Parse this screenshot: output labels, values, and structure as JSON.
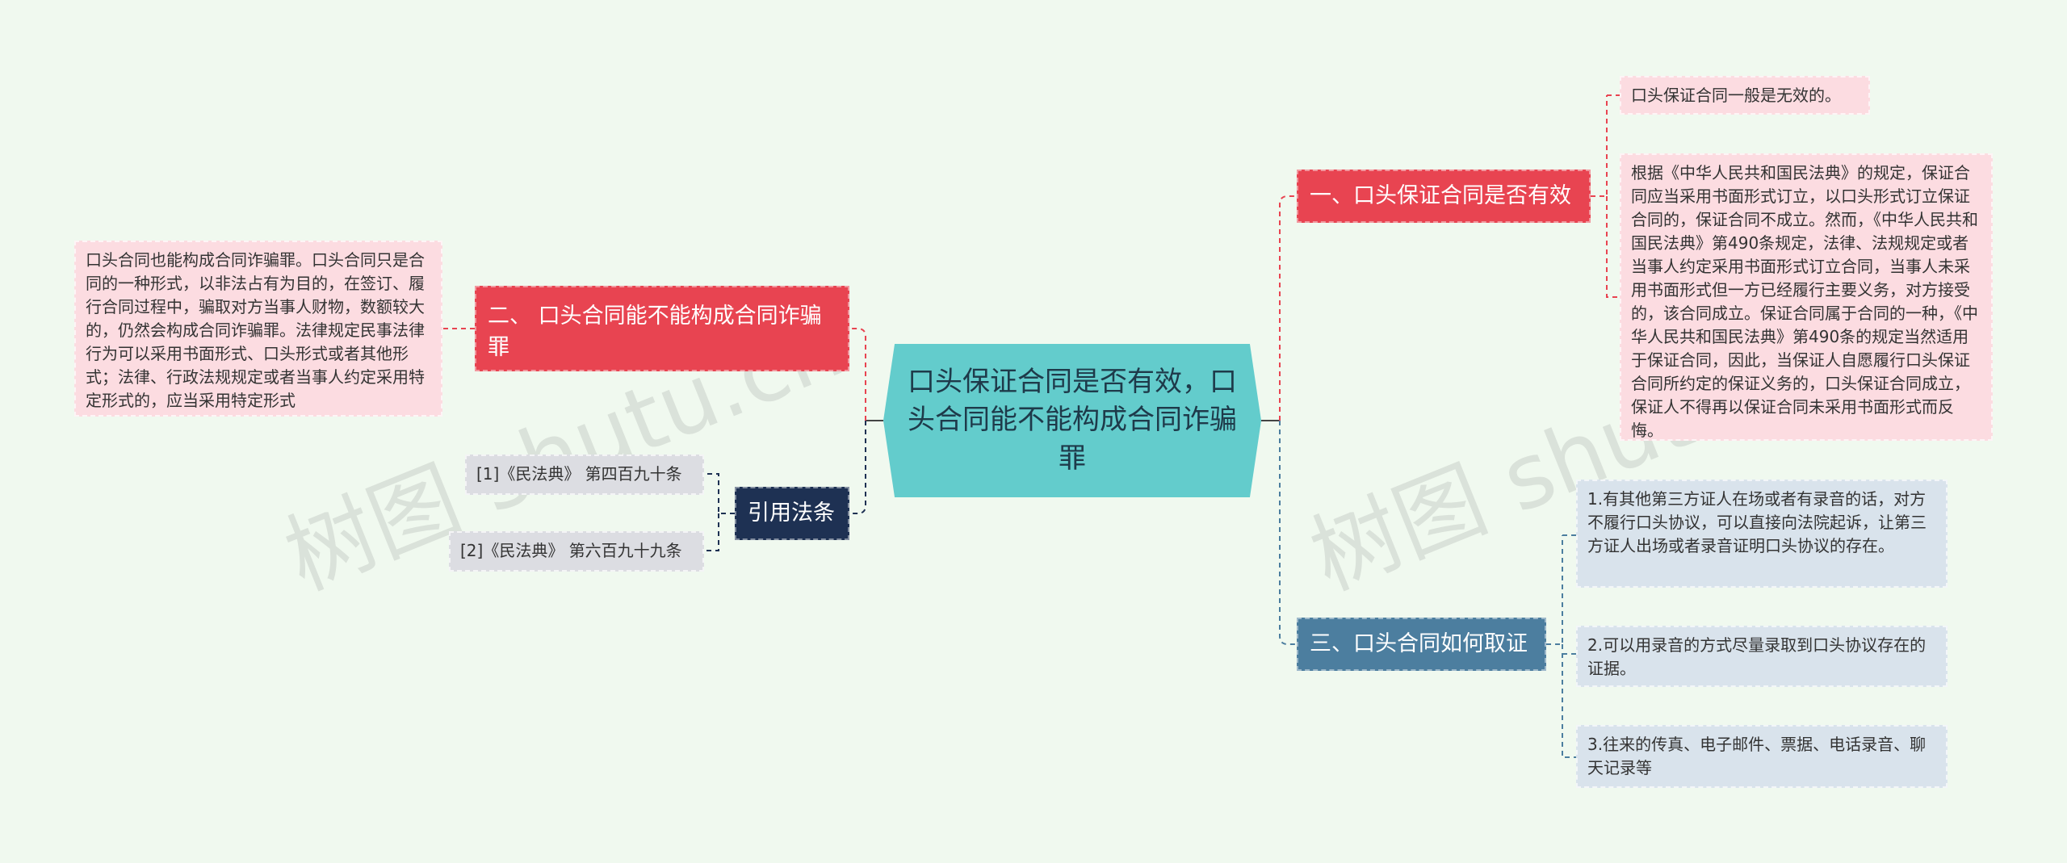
{
  "center": {
    "title": "口头保证合同是否有效，口头合同能不能构成合同诈骗罪"
  },
  "branches": [
    {
      "label": "一、口头保证合同是否有效",
      "children": [
        "口头保证合同一般是无效的。",
        "根据《中华人民共和国民法典》的规定，保证合同应当采用书面形式订立，以口头形式订立保证合同的，保证合同不成立。然而，《中华人民共和国民法典》第490条规定，法律、法规规定或者当事人约定采用书面形式订立合同，当事人未采用书面形式但一方已经履行主要义务，对方接受的，该合同成立。保证合同属于合同的一种，《中华人民共和国民法典》第490条的规定当然适用于保证合同，因此，当保证人自愿履行口头保证合同所约定的保证义务的，口头保证合同成立，保证人不得再以保证合同未采用书面形式而反悔。"
      ]
    },
    {
      "label": "二、 口头合同能不能构成合同诈骗罪",
      "children": [
        "口头合同也能构成合同诈骗罪。口头合同只是合同的一种形式，以非法占有为目的，在签订、履行合同过程中，骗取对方当事人财物，数额较大的，仍然会构成合同诈骗罪。法律规定民事法律行为可以采用书面形式、口头形式或者其他形式；法律、行政法规规定或者当事人约定采用特定形式的，应当采用特定形式"
      ]
    },
    {
      "label": "三、口头合同如何取证",
      "children": [
        "1.有其他第三方证人在场或者有录音的话，对方不履行口头协议，可以直接向法院起诉，让第三方证人出场或者录音证明口头协议的存在。",
        "2.可以用录音的方式尽量录取到口头协议存在的证据。",
        "3.往来的传真、电子邮件、票据、电话录音、聊天记录等"
      ]
    },
    {
      "label": "引用法条",
      "children": [
        "[1]《民法典》 第四百九十条",
        "[2]《民法典》 第六百九十九条"
      ]
    }
  ],
  "watermarks": [
    "树图 shutu.cn",
    "树图 shutu.cn"
  ],
  "colors": {
    "background": "#f0f9ef",
    "center": "#63cccc",
    "branch_red": "#e84451",
    "branch_blue": "#4c7e9f",
    "branch_navy": "#1e3153",
    "leaf_pink": "#fcdce1",
    "leaf_blue": "#d9e3ec",
    "leaf_gray": "#dcdde2"
  }
}
